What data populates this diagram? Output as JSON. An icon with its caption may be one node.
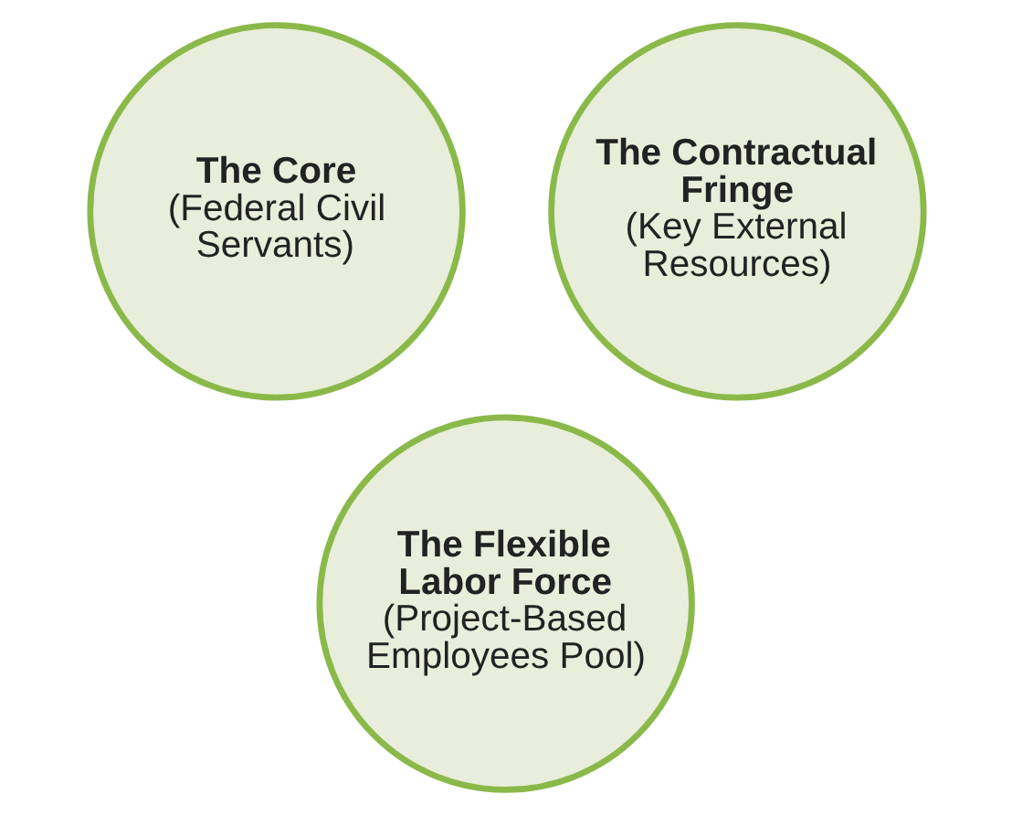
{
  "diagram": {
    "nodes": [
      {
        "text": [
          "The Core",
          "(Federal Civil Servants)"
        ]
      },
      {
        "text": [
          "The Contractual Fringe",
          "(Key External Resources)"
        ]
      },
      {
        "text": [
          "The Flexible Labor Force",
          "(Project-Based Employees Pool)"
        ]
      }
    ]
  }
}
